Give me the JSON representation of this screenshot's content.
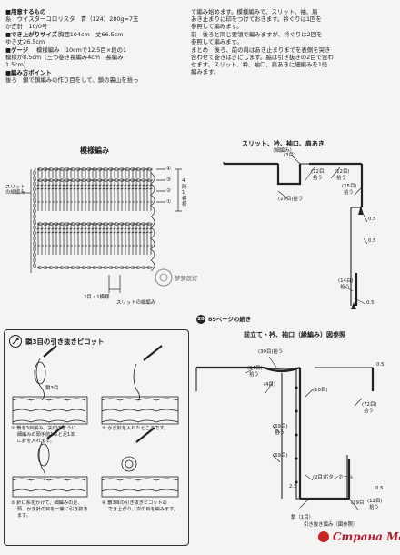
{
  "materials": {
    "heading": "■用意するもの",
    "yarn_row": "糸　ウイスターコロリスタ　青（124）280g=7玉",
    "hook_row": "かぎ針　10/0号"
  },
  "finished_size": {
    "heading": "■でき上がりサイズ",
    "row1": "胸囲104cm　丈66.5cm",
    "row2": "ゆき丈26.5cm"
  },
  "gauge": {
    "heading": "■ゲージ",
    "row1": "模様編み　10cmで12.5目×段の1",
    "row2": "模様が8.5cm（三つ巻き長編み4cm　長編み",
    "row3": "1.5cm）"
  },
  "points": {
    "heading": "■編み方ポイント",
    "row1": "後ろ　鎖で鎖編みの作り目をして、鎖の裏山を拾っ"
  },
  "right_text": [
    "て編み始めます。模様編みで、スリット、袖、肩",
    "あき止まりに印をつけておきます。衿ぐりは1回を",
    "参照して編みます。",
    "前　後ろと同じ要領で編みますが、衿ぐりは2回を",
    "参照して編みます。",
    "まとめ　後ろ、前の肩はあき止まりまでを表側を突き",
    "合わせて巻きはぎにします。脇は引き抜きの2目で合わ",
    "せます。スリット、衿、袖口、肩あきに細編みを1段",
    "編みます。"
  ],
  "stitch_chart": {
    "title": "模様編み",
    "row_labels": [
      "④",
      "③",
      "②",
      "①"
    ],
    "repeat_label": "4段1模様",
    "slit_label": "スリットの細編み",
    "bottom_label1": "2目・1模様",
    "bottom_label2": "スリットの細編み"
  },
  "watermark_cn": "梦梦辰灯",
  "back_diagram": {
    "title": "スリット、衿、袖口、肩あき",
    "subtitle": "（細編み）",
    "labels": [
      "(3目)",
      "(12目)",
      "(12目)",
      "拾う",
      "拾う",
      "(25目)",
      "拾う",
      "(19目)拾う",
      "0.5",
      "0.5",
      "(14目)",
      "拾う",
      "0.5"
    ]
  },
  "continued_note": {
    "badge": "20",
    "text": "89ページの続き"
  },
  "technique": {
    "title": "鎖3目の引き抜きピコット",
    "chain_label": "鎖3目",
    "steps": [
      "① 鎖を3目編み、矢印のように",
      "　 細編みの頭手前1本と足1本",
      "　 に針を入れます。",
      "② かぎ針を入れたところです。",
      "③ 針に糸をかけて、細編みの足、",
      "　 頭、かぎ針の目を一度に引き抜き",
      "　 ます。",
      "④ 鎖3目の引き抜きピコットの",
      "　 でき上がり。次の目を編みます。"
    ]
  },
  "front_diagram": {
    "title": "前立て・衿、袖口（縁編み）図参照",
    "labels": [
      "(30目)拾う",
      "(24目)",
      "拾う",
      "(4目)",
      "(10目)",
      "(72目)",
      "拾う",
      "(69目)",
      "拾う",
      "(69目)",
      "(2目)",
      "ボタンホール",
      "0.5",
      "0.5",
      "2.5",
      "(19目)",
      "鎖（1目）",
      "引き抜き編み（図参照）",
      "(12目)",
      "拾う"
    ]
  },
  "site_name": "Страна Мам"
}
